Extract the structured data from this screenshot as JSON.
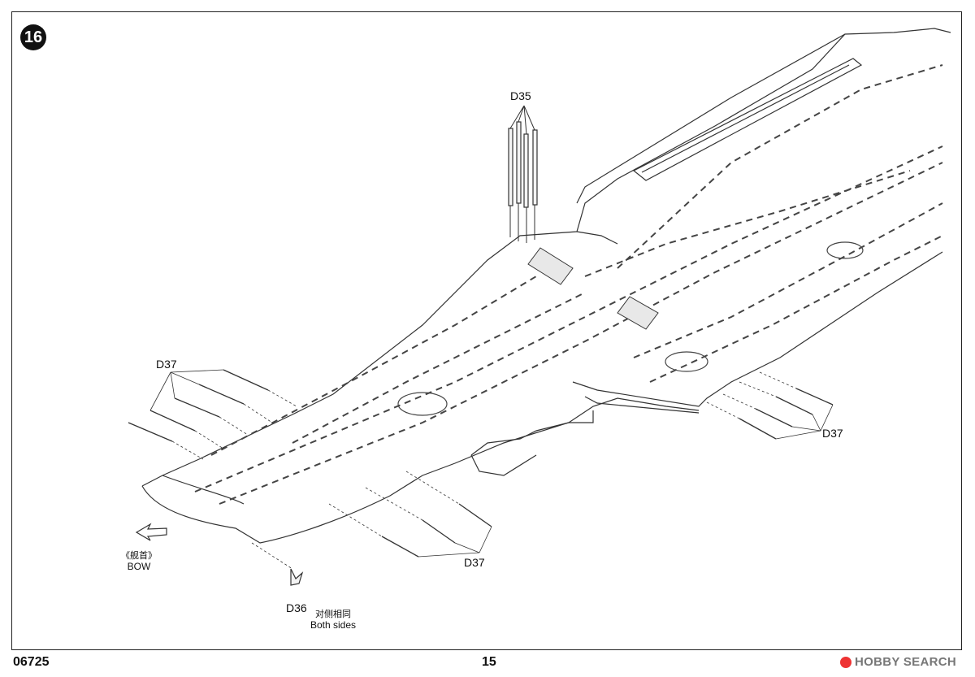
{
  "step": {
    "number": "16"
  },
  "parts": {
    "d35": "D35",
    "d37_top_left": "D37",
    "d37_bottom": "D37",
    "d37_right": "D37",
    "d36": "D36"
  },
  "labels": {
    "bow_cn": "《舰首》",
    "bow_en": "BOW",
    "both_sides_cn": "对侧相同",
    "both_sides_en": "Both  sides"
  },
  "footer": {
    "code": "06725",
    "page": "15",
    "watermark": "HOBBY SEARCH"
  }
}
